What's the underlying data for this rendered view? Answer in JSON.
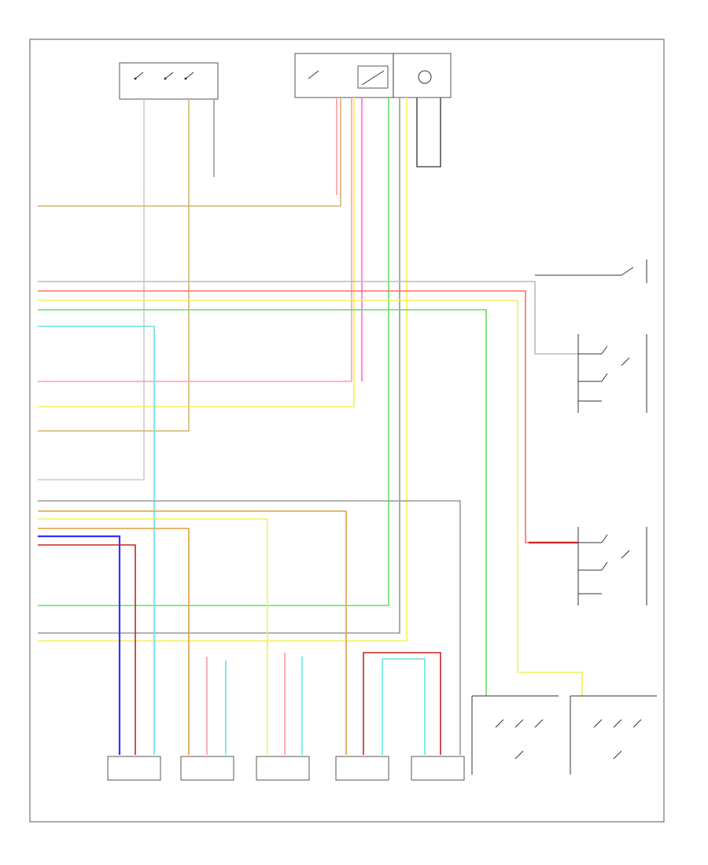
{
  "footer_code": "",
  "colors": {
    "frame": "#555555",
    "ground": "#999999",
    "red": "#ff6b6b",
    "dark_red": "#cc2222",
    "pink": "#ff9aa8",
    "magenta": "#ff66ff",
    "yellow": "#f2f05a",
    "green": "#66dd66",
    "cyan": "#66e6e6",
    "blue": "#3333ff",
    "orange": "#e0a040",
    "tan": "#d9b36b",
    "white": "#cccccc"
  },
  "components": [
    {
      "id": "headlamp-switch",
      "label": ""
    },
    {
      "id": "combination-switch",
      "label": ""
    },
    {
      "id": "right-front-door-lock-actuator",
      "label": ""
    },
    {
      "id": "left-front-door-lock-actuator",
      "label": ""
    },
    {
      "id": "right-rear-door-lock-actuator",
      "label": ""
    },
    {
      "id": "left-rear-door-lock-actuator",
      "label": ""
    },
    {
      "id": "door-lock-control-switch",
      "label": ""
    },
    {
      "id": "connector-1",
      "label": ""
    },
    {
      "id": "connector-2",
      "label": ""
    },
    {
      "id": "connector-3",
      "label": ""
    },
    {
      "id": "connector-4",
      "label": ""
    },
    {
      "id": "connector-5",
      "label": ""
    }
  ]
}
